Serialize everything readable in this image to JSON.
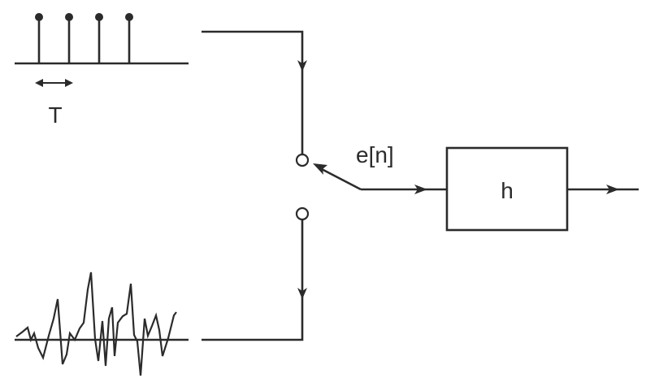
{
  "period_label": "T",
  "switch_output_label": "e[n]",
  "system_label": "h",
  "colors": {
    "stroke": "#2b2b2b",
    "background": "#ffffff"
  }
}
